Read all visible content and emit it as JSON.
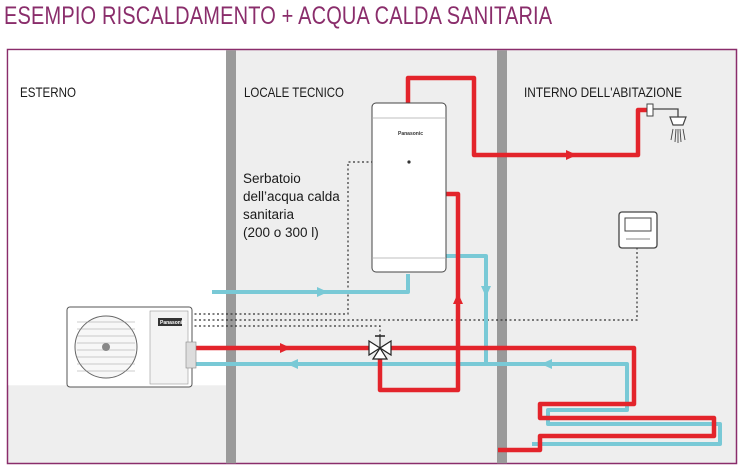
{
  "title": "ESEMPIO RISCALDAMENTO + ACQUA CALDA SANITARIA",
  "zones": {
    "outside": "ESTERNO",
    "technical_room": "LOCALE TECNICO",
    "inside": "INTERNO DELL'ABITAZIONE"
  },
  "tank": {
    "label_lines": [
      "Serbatoio",
      "dell’acqua calda",
      "sanitaria",
      "(200 o 300 l)"
    ],
    "brand": "Panasonic"
  },
  "outdoor_unit": {
    "brand": "Panasonic"
  },
  "colors": {
    "title": "#8a2d6b",
    "frame": "#8a2d6b",
    "background_zone": "#eeeeee",
    "divider_wall": "#9a9a9a",
    "hot_pipe": "#e3242b",
    "cold_pipe": "#79c9d6",
    "control_line": "#333333"
  },
  "icons": [
    "shower-icon",
    "thermostat-icon",
    "valve-icon",
    "fan-icon"
  ]
}
